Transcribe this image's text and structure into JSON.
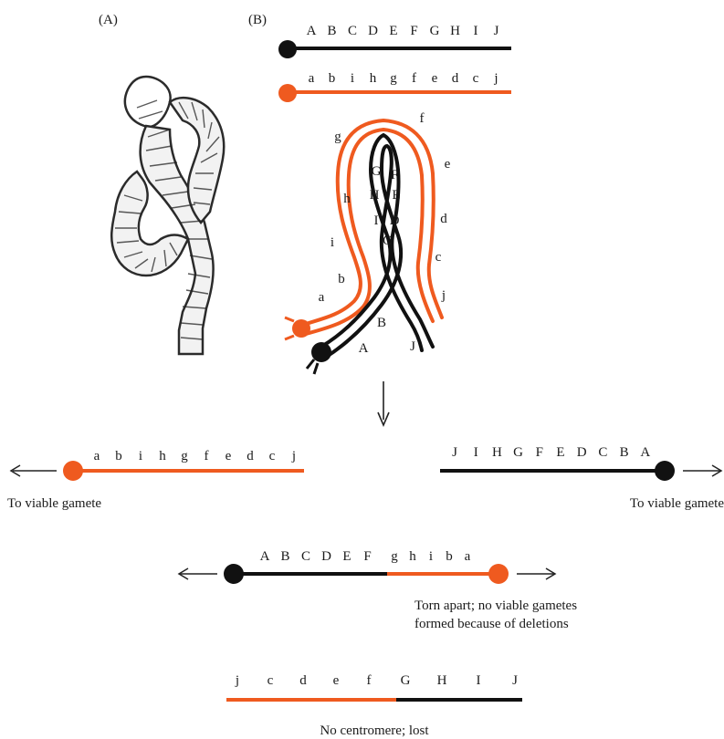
{
  "panels": {
    "a": "(A)",
    "b": "(B)"
  },
  "colors": {
    "black": "#111111",
    "orange": "#ef5a1f"
  },
  "chromosome_black": {
    "letters": [
      "A",
      "B",
      "C",
      "D",
      "E",
      "F",
      "G",
      "H",
      "I",
      "J"
    ]
  },
  "chromosome_orange": {
    "letters": [
      "a",
      "b",
      "i",
      "h",
      "g",
      "f",
      "e",
      "d",
      "c",
      "j"
    ]
  },
  "loop_labels": {
    "orange_left": [
      "g",
      "h",
      "i",
      "b",
      "a"
    ],
    "orange_right": [
      "f",
      "e",
      "d",
      "c",
      "j"
    ],
    "black_inner_left": [
      "G",
      "H",
      "I",
      "C"
    ],
    "black_inner_right": [
      "F",
      "E",
      "D"
    ],
    "black_bottom": [
      "B",
      "A",
      "J"
    ]
  },
  "products": {
    "left": {
      "letters": [
        "a",
        "b",
        "i",
        "h",
        "g",
        "f",
        "e",
        "d",
        "c",
        "j"
      ],
      "caption": "To viable gamete"
    },
    "right": {
      "letters": [
        "J",
        "I",
        "H",
        "G",
        "F",
        "E",
        "D",
        "C",
        "B",
        "A"
      ],
      "caption": "To viable gamete"
    },
    "dicentric": {
      "letters_black": [
        "A",
        "B",
        "C",
        "D",
        "E",
        "F"
      ],
      "letters_orange": [
        "g",
        "h",
        "i",
        "b",
        "a"
      ],
      "caption_line1": "Torn apart; no viable gametes",
      "caption_line2": "formed because of deletions"
    },
    "acentric": {
      "letters_orange": [
        "j",
        "c",
        "d",
        "e",
        "f"
      ],
      "letters_black": [
        "G",
        "H",
        "I",
        "J"
      ],
      "caption": "No centromere; lost"
    }
  }
}
